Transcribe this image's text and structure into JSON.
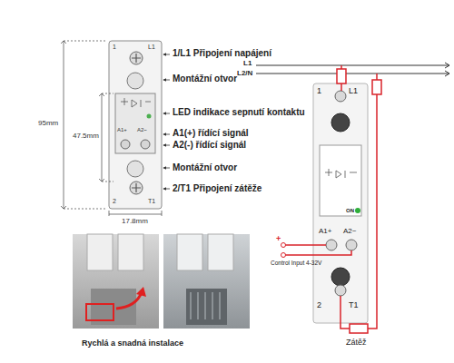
{
  "diagram": {
    "labels": [
      "1",
      "L1",
      "A1+",
      "A2~",
      "2",
      "T1",
      "1/L1 Připojení napájení",
      "Montážní otvor",
      "LED indikace sepnutí kontaktu",
      "A1(+) řídící signál",
      "A2(-) řídící signál",
      "Montážní otvor",
      "2/T1 Připojení zátěže",
      "95mm",
      "47.5mm",
      "17.8mm",
      "L1",
      "L2/N",
      "1",
      "L1",
      "ON",
      "A1+",
      "A2~",
      "+",
      "Control Input 4-32V",
      "2",
      "T1",
      "Zátěž",
      "Rychlá a snadná instalace"
    ]
  }
}
